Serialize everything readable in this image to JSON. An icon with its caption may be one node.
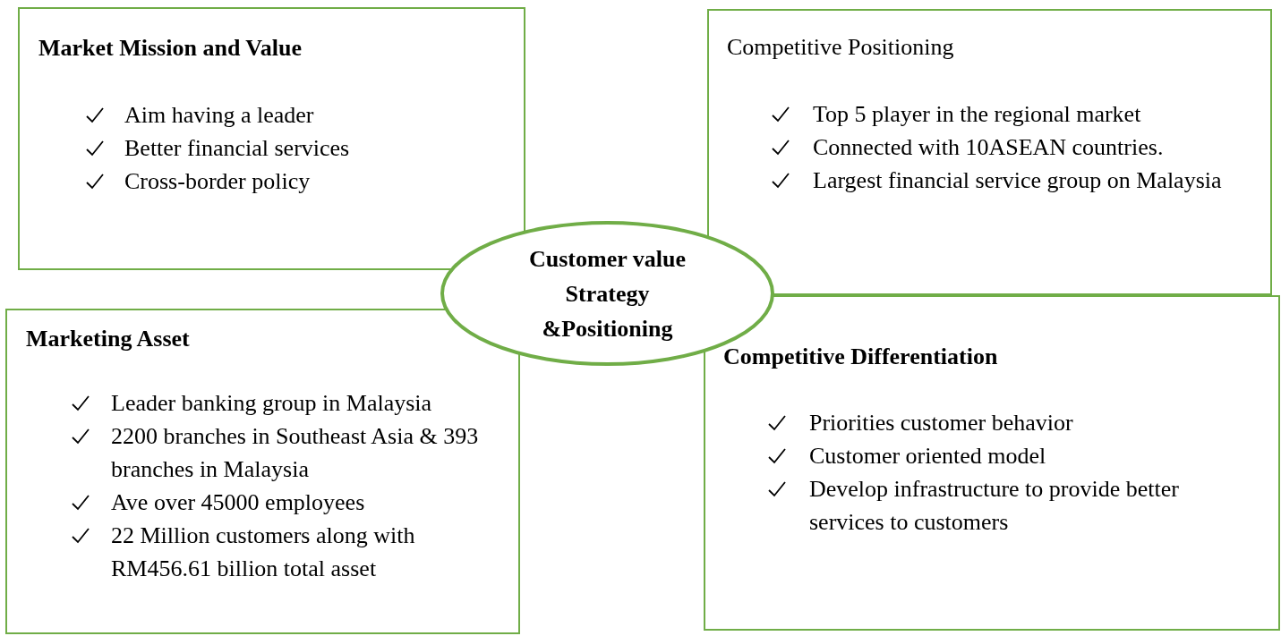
{
  "diagram": {
    "nodes": [
      {
        "text": [
          "Market Mission and Value",
          "Aim having a leader",
          "Better financial services",
          "Cross-border policy"
        ]
      },
      {
        "text": [
          "Competitive Positioning",
          "Top 5 player in the regional market",
          "Connected with 10ASEAN countries.",
          "Largest financial service group on Malaysia"
        ]
      },
      {
        "text": [
          "Customer value Strategy &Positioning"
        ]
      },
      {
        "text": [
          "Marketing Asset",
          "Leader banking group in Malaysia",
          "2200 branches in Southeast Asia & 393 branches in Malaysia",
          "Ave over 45000 employees",
          "22 Million customers along with RM456.61 billion total asset"
        ]
      },
      {
        "text": [
          "Competitive Differentiation",
          "Priorities customer behavior",
          "Customer oriented model",
          "Develop infrastructure to provide better services to customers"
        ]
      }
    ],
    "edges": []
  }
}
